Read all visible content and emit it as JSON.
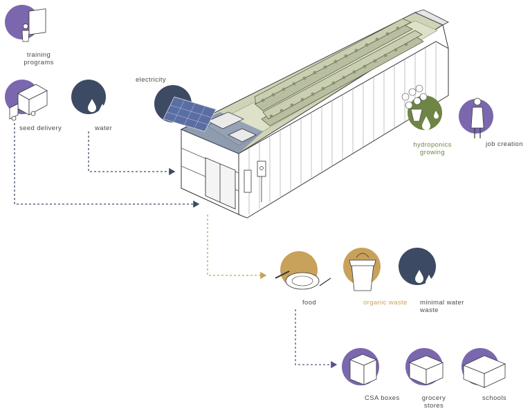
{
  "colors": {
    "purple": "#7b67ae",
    "navy": "#3d4a63",
    "olive": "#6e8546",
    "gold": "#c8a15a",
    "container_wall": "#ffffff",
    "container_interior": "#cfd4b8",
    "panel_blue": "#5a6ea5",
    "line": "#333333"
  },
  "inputs": {
    "training": {
      "line1": "training",
      "line2": "programs",
      "icon": "training-icon"
    },
    "seed": {
      "label": "seed delivery",
      "icon": "truck-icon"
    },
    "water": {
      "label": "water",
      "icon": "water-drops-icon"
    },
    "electricity": {
      "label": "electricity",
      "icon": "solar-panel-icon"
    }
  },
  "outcomes": {
    "hydroponics": {
      "line1": "hydroponics",
      "line2": "growing",
      "icon": "plants-icon"
    },
    "jobs": {
      "label": "job creation",
      "icon": "worker-icon"
    }
  },
  "outputs": {
    "food": {
      "label": "food",
      "icon": "plate-icon"
    },
    "organic": {
      "label": "organic waste",
      "icon": "compost-bin-icon"
    },
    "minimal_water": {
      "line1": "minimal water",
      "line2": "waste",
      "icon": "water-drops-icon"
    }
  },
  "destinations": {
    "csa": {
      "label": "CSA boxes",
      "icon": "box-icon"
    },
    "grocery": {
      "line1": "grocery",
      "line2": "stores",
      "icon": "store-icon"
    },
    "schools": {
      "label": "schools",
      "icon": "school-icon"
    }
  }
}
